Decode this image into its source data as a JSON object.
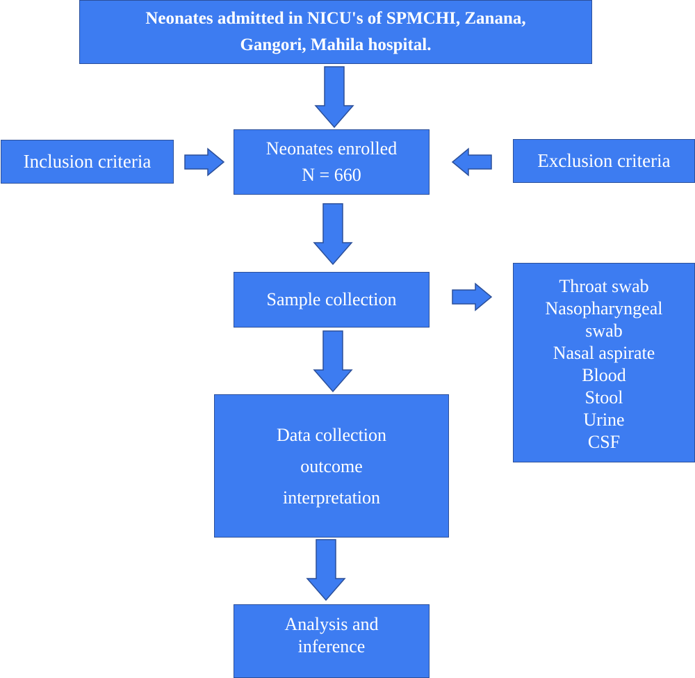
{
  "flowchart": {
    "start": {
      "lines": [
        "Neonates admitted in NICU's of SPMCHI, Zanana,",
        "Gangori, Mahila hospital."
      ]
    },
    "inclusion": {
      "label": "Inclusion criteria"
    },
    "exclusion": {
      "label": "Exclusion criteria"
    },
    "enrolled": {
      "lines": [
        "Neonates enrolled",
        "N = 660"
      ]
    },
    "sample_collection": {
      "label": "Sample collection"
    },
    "samples": {
      "items": [
        "Throat swab",
        "Nasopharyngeal",
        "swab",
        "Nasal aspirate",
        "Blood",
        "Stool",
        "Urine",
        "CSF"
      ]
    },
    "data_collection": {
      "lines": [
        "Data collection",
        "outcome",
        "interpretation"
      ]
    },
    "analysis": {
      "lines": [
        "Analysis and",
        "inference"
      ]
    },
    "colors": {
      "box_fill": "#3d7cf1",
      "box_border": "#2b4f99",
      "text": "#ffffff"
    }
  }
}
